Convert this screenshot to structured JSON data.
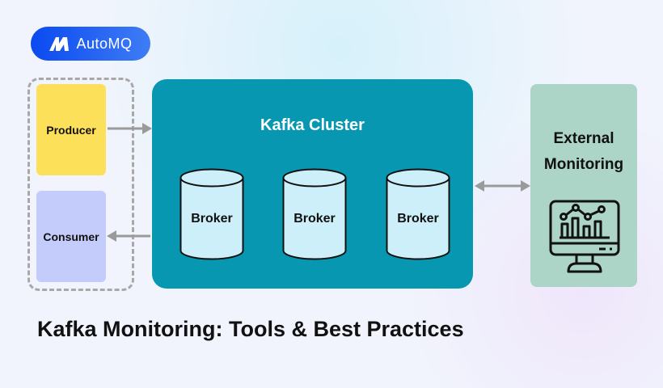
{
  "logo": {
    "text": "AutoMQ"
  },
  "clients": {
    "producer": "Producer",
    "consumer": "Consumer"
  },
  "cluster": {
    "title": "Kafka Cluster",
    "brokers": [
      "Broker",
      "Broker",
      "Broker"
    ]
  },
  "external": {
    "title": "External Monitoring"
  },
  "title": "Kafka Monitoring: Tools & Best Practices",
  "colors": {
    "cluster": "#0897b0",
    "producer": "#fde05a",
    "consumer": "#c3ccfb",
    "external": "#acd4c7",
    "broker": "#cdeffa",
    "arrow": "#9a9a9a",
    "logo": "#0a4af0"
  }
}
